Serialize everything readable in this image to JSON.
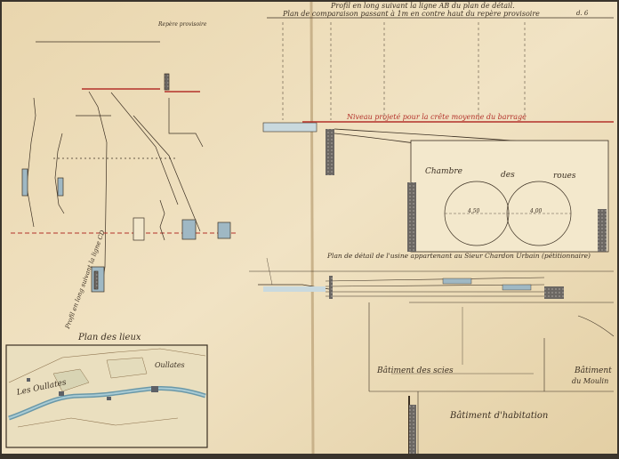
{
  "colors": {
    "paper": "#efe0bf",
    "paper_edge": "#d9c49b",
    "ink": "#3b2f22",
    "red_ink": "#b3312a",
    "water_blue": "#9fb8c4",
    "stone_gray": "#6b6763",
    "wash_yellow": "#f2e7cb"
  },
  "header": {
    "line1": "Profil en long suivant la ligne AB du plan de détail.",
    "line2": "Plan de comparaison passant à 1m en contre haut du repère provisoire",
    "corner": "d. 6"
  },
  "labels": {
    "chambre_word1": "Chambre",
    "chambre_word2": "des",
    "chambre_word3": "roues",
    "niveau_projete": "Niveau projeté pour la crête moyenne du barrage",
    "plan_detail": "Plan de détail de l'usine appartenant au Sieur Chardon Urbain (pétitionnaire)",
    "batiment_scies": "Bâtiment des scies",
    "batiment_moulin_1": "Bâtiment",
    "batiment_moulin_2": "du Moulin",
    "batiment_habitation": "Bâtiment d'habitation",
    "plan_des_lieux": "Plan des lieux",
    "inset_oullates_1": "Les Oullates",
    "inset_oullates_2": "Oullates",
    "wheel_left": "4,50",
    "wheel_right": "4,00",
    "left_profile_title": "Profil en long suivant la ligne CD",
    "left_profile_note": "Repère provisoire"
  }
}
